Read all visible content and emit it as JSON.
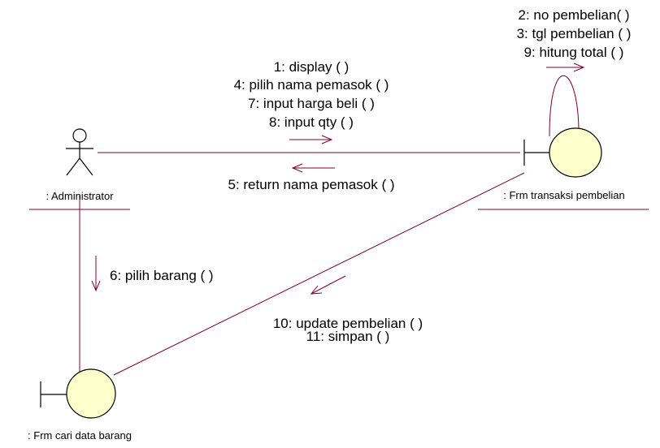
{
  "colors": {
    "line": "#800030",
    "object_fill": "#ffffcc",
    "outline": "#000000",
    "background": "#ffffff"
  },
  "objects": {
    "actor": {
      "label": ": Administrator",
      "icon": "actor-stick-figure-icon"
    },
    "frm_transaksi": {
      "label": ": Frm transaksi pembelian",
      "icon": "boundary-object-icon"
    },
    "frm_cari": {
      "label": ": Frm cari data barang",
      "icon": "boundary-object-icon"
    }
  },
  "messages": {
    "self": [
      "2: no pembelian( )",
      "3: tgl pembelian ( )",
      "9: hitung total ( )"
    ],
    "actor_to_transaksi": [
      "1: display ( )",
      "4: pilih nama pemasok ( )",
      "7: input harga beli ( )",
      "8: input qty ( )"
    ],
    "transaksi_to_actor": [
      "5: return nama pemasok ( )"
    ],
    "actor_to_cari": [
      "6: pilih barang ( )"
    ],
    "transaksi_to_cari": [
      "10: update pembelian ( )",
      "11: simpan ( )"
    ]
  }
}
